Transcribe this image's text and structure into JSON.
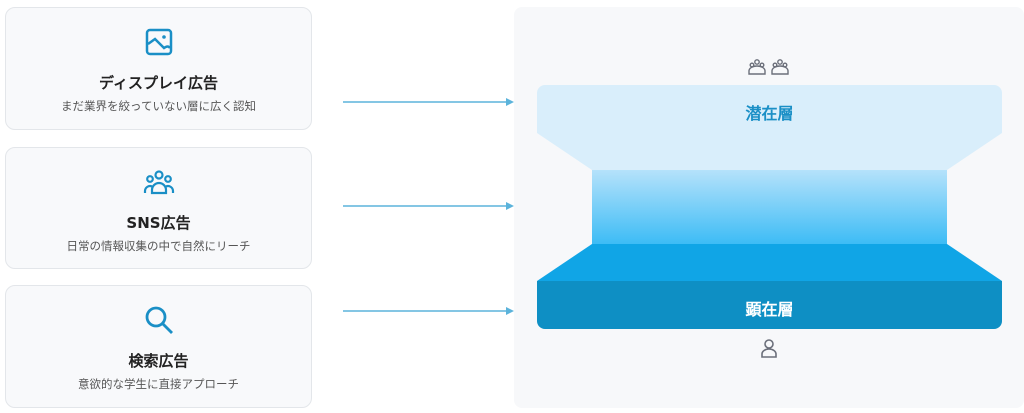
{
  "channels": [
    {
      "title": "ディスプレイ広告",
      "desc": "まだ業界を絞っていない層に広く認知",
      "icon": "image-icon"
    },
    {
      "title": "SNS広告",
      "desc": "日常の情報収集の中で自然にリーチ",
      "icon": "users-icon"
    },
    {
      "title": "検索広告",
      "desc": "意欲的な学生に直接アプローチ",
      "icon": "search-icon"
    }
  ],
  "funnel": {
    "top_label": "潜在層",
    "bottom_label": "顕在層"
  },
  "colors": {
    "accent": "#1a8fc6",
    "top": "#d9eefb",
    "bottom": "#0e8fc4",
    "mid": "#10a5e6"
  }
}
